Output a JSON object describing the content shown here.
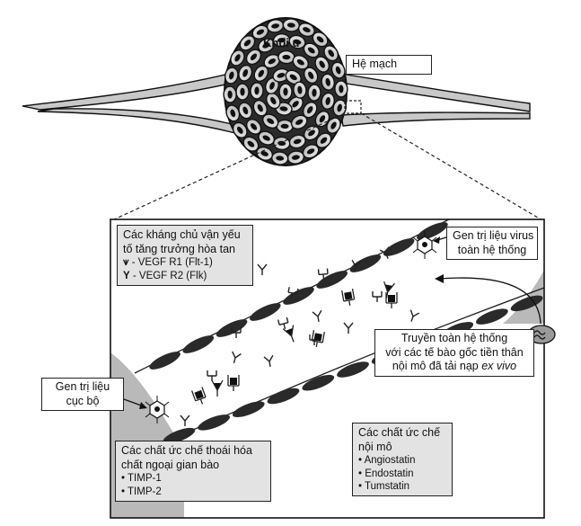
{
  "labels": {
    "tumor": "Khối u",
    "vasculature": "Hệ mạch",
    "soluble_title_1": "Các kháng chủ vận yếu",
    "soluble_title_2": "tố tăng trưởng hòa tan",
    "vegf_r1": "- VEGF R1 (Flt-1)",
    "vegf_r2": "- VEGF R2 (Flk)",
    "viral_1": "Gen trị liệu virus",
    "viral_2": "toàn hệ thống",
    "systemic_1": "Truyền toàn hệ thống",
    "systemic_2": "với các tế bào gốc tiền thân",
    "systemic_3": "nội mô đã tải nạp",
    "systemic_3_italic": "ex vivo",
    "local_1": "Gen trị liệu",
    "local_2": "cục bộ",
    "mmp_title_1": "Các chất ức chế thoái hóa",
    "mmp_title_2": "chất ngoại gian bào",
    "mmp_items": [
      "• TIMP-1",
      "• TIMP-2"
    ],
    "endo_title_1": "Các chất ức chế",
    "endo_title_2": "nội mô",
    "endo_items": [
      "• Angiostatin",
      "• Endostatin",
      "• Tumstatin"
    ]
  },
  "colors": {
    "tissue": "#b9b9b9",
    "cell_outline": "#111111",
    "cell_fill": "#d6d6d6",
    "nucleus": "#111111",
    "box_gray": "#e3e3e3",
    "vessel_cell": "#2a2a2a"
  }
}
